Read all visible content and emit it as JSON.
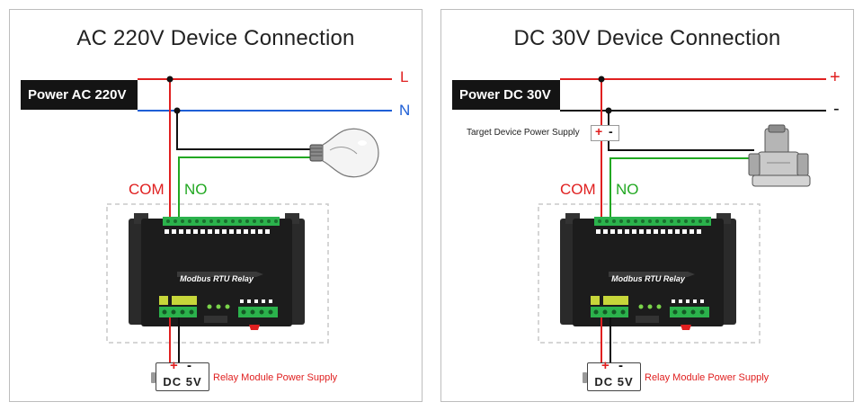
{
  "left_panel": {
    "title": "AC 220V Device Connection",
    "power_label": "Power AC 220V",
    "line_L": "L",
    "line_N": "N",
    "com_label": "COM",
    "no_label": "NO",
    "module_name": "Modbus RTU Relay",
    "supply": {
      "plus": "+",
      "minus": "-",
      "voltage": "DC  5V",
      "caption": "Relay Module Power Supply"
    }
  },
  "right_panel": {
    "title": "DC 30V Device Connection",
    "power_label": "Power DC 30V",
    "line_plus": "+",
    "line_minus": "-",
    "target_caption": "Target Device Power Supply",
    "target_plus": "+",
    "target_minus": "-",
    "com_label": "COM",
    "no_label": "NO",
    "module_name": "Modbus RTU Relay",
    "supply": {
      "plus": "+",
      "minus": "-",
      "voltage": "DC  5V",
      "caption": "Relay Module Power Supply"
    }
  },
  "colors": {
    "live_wire": "#e02020",
    "neutral_wire": "#1e5fd6",
    "no_wire": "#22a822",
    "dark_wire": "#111111",
    "module_body": "#1c1c1c",
    "terminal_green": "#2bb24c"
  },
  "icons": {
    "load_left": "light-bulb-icon",
    "load_right": "solenoid-valve-icon"
  }
}
